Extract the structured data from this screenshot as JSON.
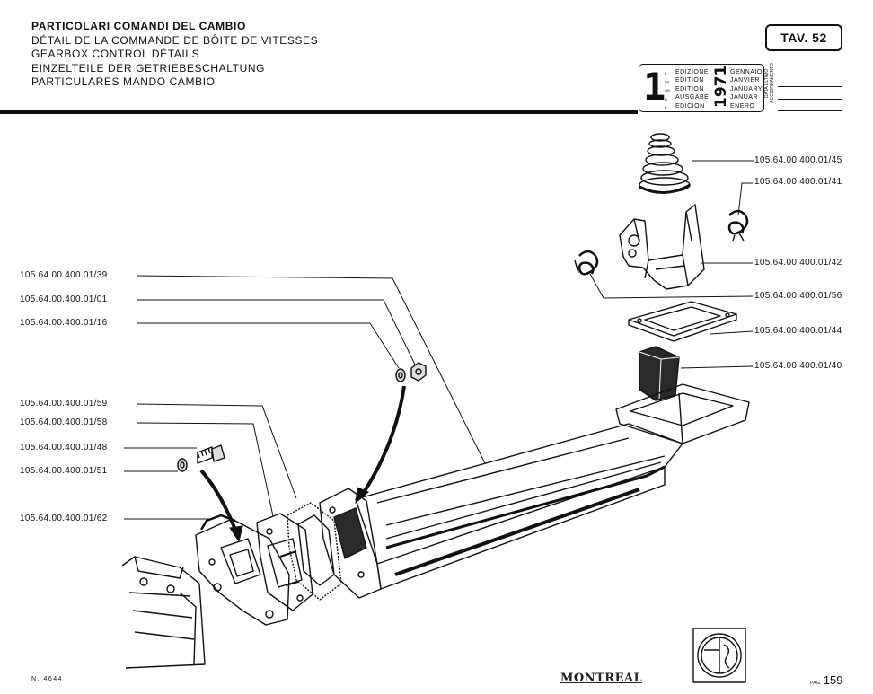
{
  "header": {
    "titles": [
      "PARTICOLARI COMANDI DEL CAMBIO",
      "DÉTAIL DE LA COMMANDE DE BÔITE DE VITESSES",
      "GEARBOX CONTROL DÉTAILS",
      "EINZELTEILE DER GETRIEBESCHALTUNG",
      "PARTICULARES MANDO CAMBIO"
    ],
    "plate": "TAV. 52"
  },
  "edition": {
    "number": "1",
    "editions": [
      "EDIZIONE",
      "EDITION",
      "EDITION",
      "AUSGABE",
      "EDICION"
    ],
    "year": "1971",
    "months": [
      "GENNAIO",
      "JANVIER",
      "JANUARY",
      "JANUAR",
      "ENERO"
    ],
    "update_label": "DATA ULTIMO AGGIORNAMENTO"
  },
  "parts": {
    "p45": "105.64.00.400.01/45",
    "p41": "105.64.00.400.01/41",
    "p42": "105.64.00.400.01/42",
    "p56": "105.64.00.400.01/56",
    "p44": "105.64.00.400.01/44",
    "p40": "105.64.00.400.01/40",
    "p39": "105.64.00.400.01/39",
    "p01": "105.64.00.400.01/01",
    "p16": "105.64.00.400.01/16",
    "p59": "105.64.00.400.01/59",
    "p58": "105.64.00.400.01/58",
    "p48": "105.64.00.400.01/48",
    "p51": "105.64.00.400.01/51",
    "p62": "105.64.00.400.01/62"
  },
  "footer": {
    "doc_number": "N. 4644",
    "brand": "MONTREAL",
    "page_prefix": "PAG.",
    "page_number": "159"
  }
}
